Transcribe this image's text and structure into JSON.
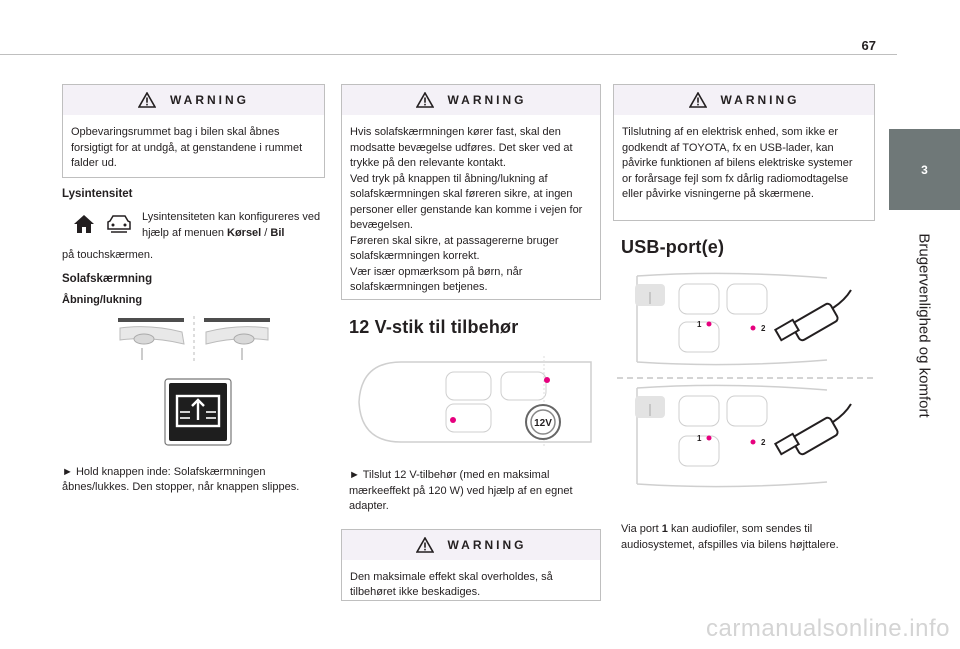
{
  "page_number": "67",
  "side_tab": {
    "number": "3",
    "title": "Brugervenlighed og komfort"
  },
  "warning_label": "WARNING",
  "col1": {
    "warning_text": "Opbevaringsrummet bag i bilen skal åbnes forsigtigt for at undgå, at genstandene i rummet falder ud.",
    "lysintensitet_heading": "Lysintensitet",
    "lysintensitet_text_1": "Lysintensiteten kan konfigureres ved hjælp af menuen ",
    "menu_korsel": "Kørsel",
    "slash": " / ",
    "menu_bil": "Bil",
    "lysintensitet_text_2": "på touchskærmen.",
    "solafskaermning_heading": "Solafskærmning",
    "aabning_heading": "Åbning/lukning",
    "hold_text": "► Hold knappen inde: Solafskærmningen åbnes/lukkes. Den stopper, når knappen slippes."
  },
  "col2": {
    "warning_text": "Hvis solafskærmningen kører fast, skal den modsatte bevægelse udføres. Det sker ved at trykke på den relevante kontakt.\nVed tryk på knappen til åbning/lukning af solafskærmningen skal føreren sikre, at ingen personer eller genstande kan komme i vejen for bevægelsen.\nFøreren skal sikre, at passagererne bruger solafskærmningen korrekt.\nVær især opmærksom på børn, når solafskærmningen betjenes.",
    "section_title": "12 V-stik til tilbehør",
    "socket_label": "12V",
    "connect_text": "► Tilslut 12 V-tilbehør (med en maksimal mærkeeffekt på 120 W) ved hjælp af en egnet adapter.",
    "warning2_text": "Den maksimale effekt skal overholdes, så tilbehøret ikke beskadiges."
  },
  "col3": {
    "warning_text": "Tilslutning af en elektrisk enhed, som ikke er godkendt af TOYOTA, fx en USB-lader, kan påvirke funktionen af bilens elektriske systemer or forårsage fejl som fx dårlig radiomodtagelse eller påvirke visningerne på skærmene.",
    "section_title": "USB-port(e)",
    "port_label_1": "1",
    "port_label_2": "2",
    "via_text_1": "Via port ",
    "via_port": "1",
    "via_text_2": " kan audiofiler, som sendes til audiosystemet, afspilles via bilens højttalere."
  },
  "watermark": "carmanualsonline.info",
  "colors": {
    "accent_pink": "#e6007e",
    "tab_gray": "#6f7878",
    "warn_head_bg": "#f4f1f7",
    "line_gray": "#bfbfbf"
  }
}
